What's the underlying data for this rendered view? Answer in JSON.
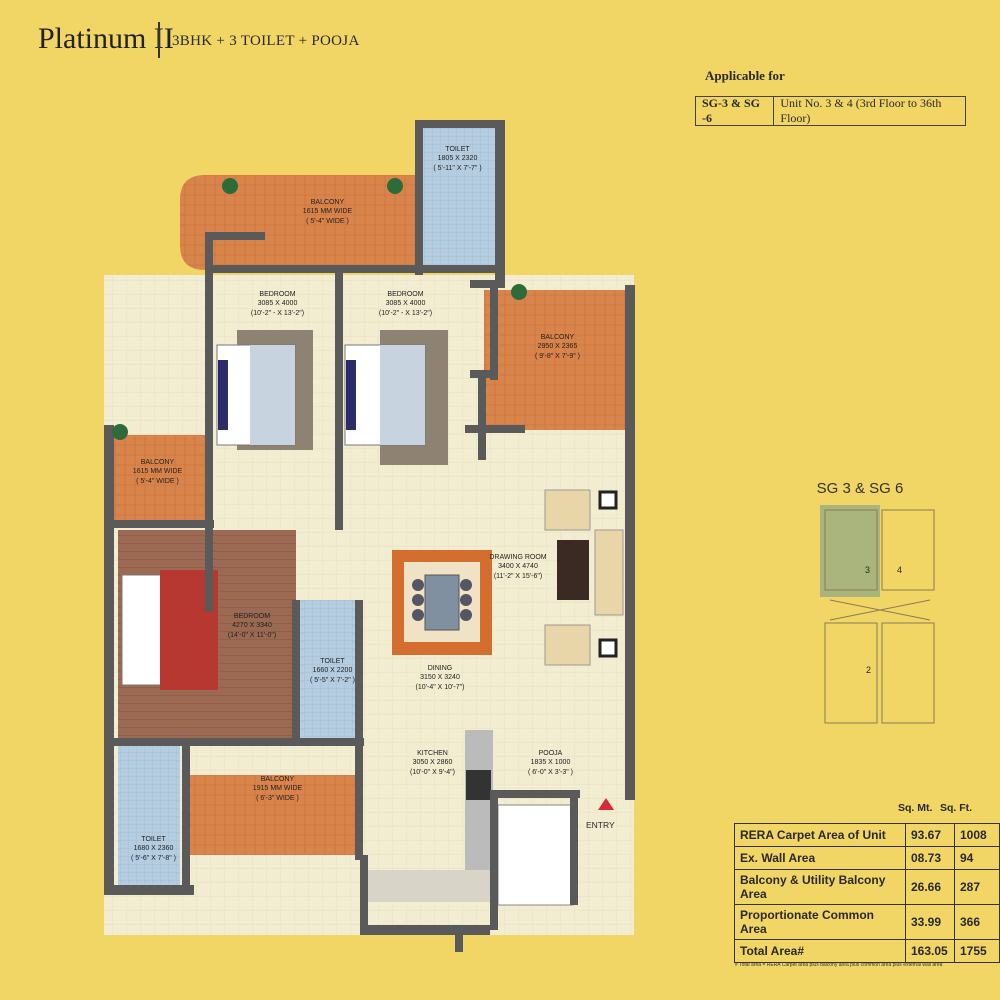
{
  "header": {
    "title": "Platinum II",
    "subtitle": "3BHK + 3 TOILET + POOJA"
  },
  "applicability": {
    "label": "Applicable for",
    "towers": "SG-3 & SG -6",
    "units": "Unit No. 3 & 4  (3rd Floor to 36th Floor)"
  },
  "rooms": {
    "toilet_top": {
      "name": "TOILET",
      "dim": "1805 X 2320",
      "ft": "( 5'-11\" X 7'-7\" )"
    },
    "balcony_top": {
      "name": "BALCONY",
      "dim": "1615 MM WIDE",
      "ft": "( 5'-4\" WIDE )"
    },
    "bedroom_1": {
      "name": "BEDROOM",
      "dim": "3085 X 4000",
      "ft": "(10'-2\" - X 13'-2\")"
    },
    "bedroom_2": {
      "name": "BEDROOM",
      "dim": "3085 X 4000",
      "ft": "(10'-2\" - X 13'-2\")"
    },
    "balcony_right": {
      "name": "BALCONY",
      "dim": "2950 X 2365",
      "ft": "( 9'-8\" X 7'-9\" )"
    },
    "balcony_left": {
      "name": "BALCONY",
      "dim": "1615 MM WIDE",
      "ft": "( 5'-4\" WIDE )"
    },
    "drawing_room": {
      "name": "DRAWING ROOM",
      "dim": "3400 X 4740",
      "ft": "(11'-2\" X 15'-6\")"
    },
    "bedroom_3": {
      "name": "BEDROOM",
      "dim": "4270 X 3340",
      "ft": "(14'-0\" X 11'-0\")"
    },
    "toilet_mid": {
      "name": "TOILET",
      "dim": "1660 X 2200",
      "ft": "( 5'-5\" X 7'-2\" )"
    },
    "dining": {
      "name": "DINING",
      "dim": "3150 X 3240",
      "ft": "(10'-4\" X 10'-7\")"
    },
    "kitchen": {
      "name": "KITCHEN",
      "dim": "3050 X 2860",
      "ft": "(10'-0\" X 9'-4\")"
    },
    "pooja": {
      "name": "POOJA",
      "dim": "1835 X 1000",
      "ft": "( 6'-0\" X 3'-3\" )"
    },
    "balcony_bottom": {
      "name": "BALCONY",
      "dim": "1915 MM WIDE",
      "ft": "( 6'-3\" WIDE )"
    },
    "toilet_bottom": {
      "name": "TOILET",
      "dim": "1680 X 2360",
      "ft": "( 5'-6\" X 7'-8\" )"
    }
  },
  "entry_label": "ENTRY",
  "key_plan": {
    "title": "SG 3 & SG 6",
    "unit_a": "3",
    "unit_b": "4",
    "unit_c": "2"
  },
  "area_table": {
    "col_sqmt": "Sq. Mt.",
    "col_sqft": "Sq. Ft.",
    "rows": [
      {
        "label": "RERA Carpet Area of Unit",
        "sqmt": "93.67",
        "sqft": "1008"
      },
      {
        "label": "Ex. Wall Area",
        "sqmt": "08.73",
        "sqft": "94"
      },
      {
        "label": "Balcony & Utility Balcony Area",
        "sqmt": "26.66",
        "sqft": "287"
      },
      {
        "label": "Proportionate Common Area",
        "sqmt": "33.99",
        "sqft": "366"
      },
      {
        "label": "Total Area#",
        "sqmt": "163.05",
        "sqft": "1755"
      }
    ],
    "footnote": "# Total area = RERA Carpet area plus balcony area plus common area plus external wall area"
  },
  "colors": {
    "background": "#f1d565",
    "wall": "#5a5a5a",
    "floor": "#f2ecd0",
    "balcony": "#d9844a",
    "toilet": "#a9c3d8",
    "bedroom_wood": "#9c6a52",
    "keyplan_highlight": "#a9b57c"
  }
}
